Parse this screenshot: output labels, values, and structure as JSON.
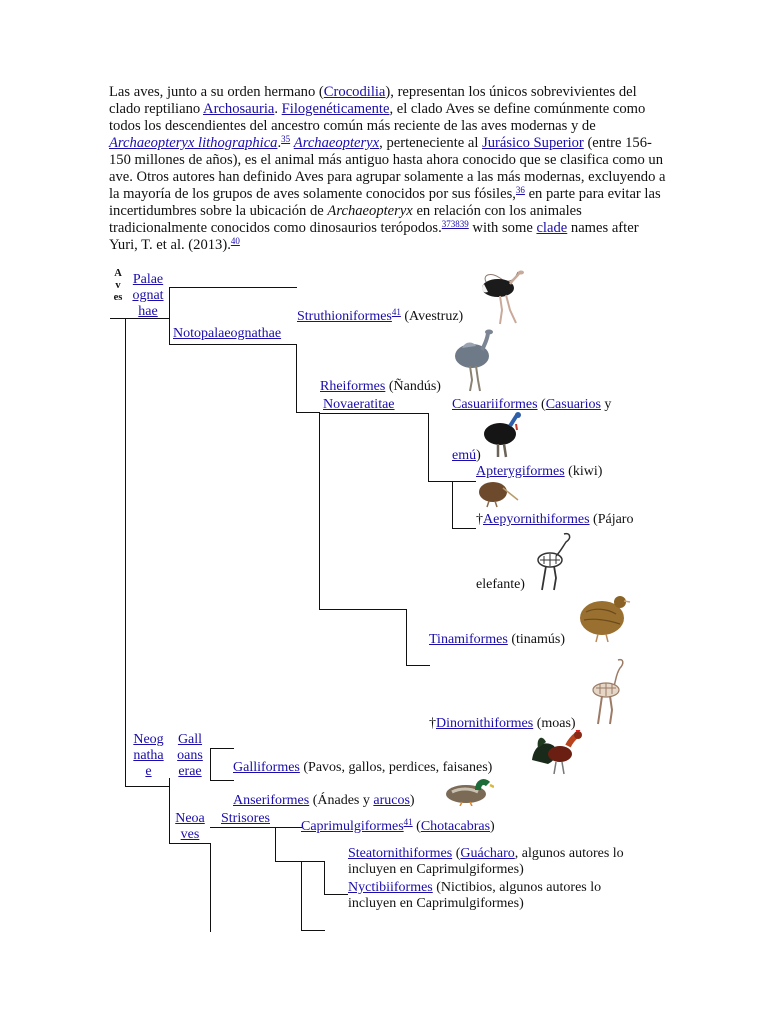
{
  "intro": {
    "p1": "Las aves, junto a su orden hermano (",
    "crocodilia": "Crocodilia",
    "p2": "), representan los únicos sobrevivientes del clado reptiliano ",
    "archosauria": "Archosauria",
    "p3": ". ",
    "filogeneticamente": "Filogenéticamente",
    "p4": ", el clado Aves se define comúnmente como todos los descendientes del ancestro común más reciente de las aves modernas y de ",
    "arch_lith": "Archaeopteryx lithographica",
    "p5": ".",
    "ref35": "35",
    "p6": " ",
    "archaeopteryx": "Archaeopteryx",
    "p7": ", perteneciente al ",
    "jurasico": "Jurásico Superior",
    "p8": " (entre 156-150 millones de años), es el animal más antiguo hasta ahora conocido que se clasifica como un ave. Otros autores han definido Aves para agrupar solamente a las más modernas, excluyendo a la mayoría de los grupos de aves solamente conocidos por sus fósiles,",
    "ref36": "36",
    "p9": " en parte para evitar las incertidumbres sobre la ubicación de ",
    "arch_it": "Archaeopteryx",
    "p10": " en relación con los animales tradicionalmente conocidos como dinosaurios terópodos.",
    "ref373839": "373839",
    "p11": " with some ",
    "clade": "clade",
    "p12": " names after Yuri, T. et al. (2013).",
    "ref40": "40"
  },
  "tree": {
    "aves": "A v es",
    "palaeognathae": "Palae ognat hae",
    "notopalaeognathae": "Notopalaeognathae",
    "struthioniformes": "Struthioniformes",
    "ref41a": "41",
    "avestruz": " (Avestruz)",
    "rheiformes": "Rheiformes",
    "nandus": " (Ñandús)",
    "novaeratitae": "Novaeratitae",
    "casuariiformes": "Casuariiformes",
    "cas_open": " (",
    "casuarios": "Casuarios",
    "cas_y": " y",
    "emu": "emú",
    "emu_close": ")",
    "apterygiformes": "Apterygiformes",
    "kiwi": " (kiwi)",
    "dagger1": "†",
    "aepyornithiformes": "Aepyornithiformes",
    "pajaro": " (Pájaro",
    "elefante": "elefante)",
    "tinamiformes": "Tinamiformes",
    "tinamus": " (tinamús)",
    "dagger2": "†",
    "dinornithiformes": "Dinornithiformes",
    "moas": " (moas)",
    "neognathae": "Neog natha e",
    "galloanserae": "Gall oans erae",
    "galliformes": "Galliformes",
    "galli_desc": " (Pavos, gallos, perdices, faisanes)",
    "anseriformes": "Anseriformes",
    "anser_open": " (Ánades y ",
    "arucos": "arucos",
    "anser_close": ")",
    "neoaves": "Neoa ves",
    "strisores": "Strisores",
    "caprimulgiformes": "Caprimulgiformes",
    "ref41b": "41",
    "capri_open": " (",
    "chotacabras": "Chotacabras",
    "capri_close": ")",
    "steatornithiformes": "Steatornithiformes",
    "stea_open": " (",
    "guacharo": "Guácharo",
    "stea_desc1": ", algunos autores lo",
    "stea_desc2": "incluyen en Caprimulgiformes)",
    "nyctibiiformes": "Nyctibiiformes",
    "nyct_desc1": " (Nictibios, algunos autores lo",
    "nyct_desc2": "incluyen en Caprimulgiformes)"
  },
  "images": [
    "ostrich-image",
    "rhea-image",
    "cassowary-image",
    "kiwi-image",
    "elephant-bird-skeleton-image",
    "tinamou-image",
    "moa-skeleton-image",
    "rooster-image",
    "duck-image"
  ]
}
